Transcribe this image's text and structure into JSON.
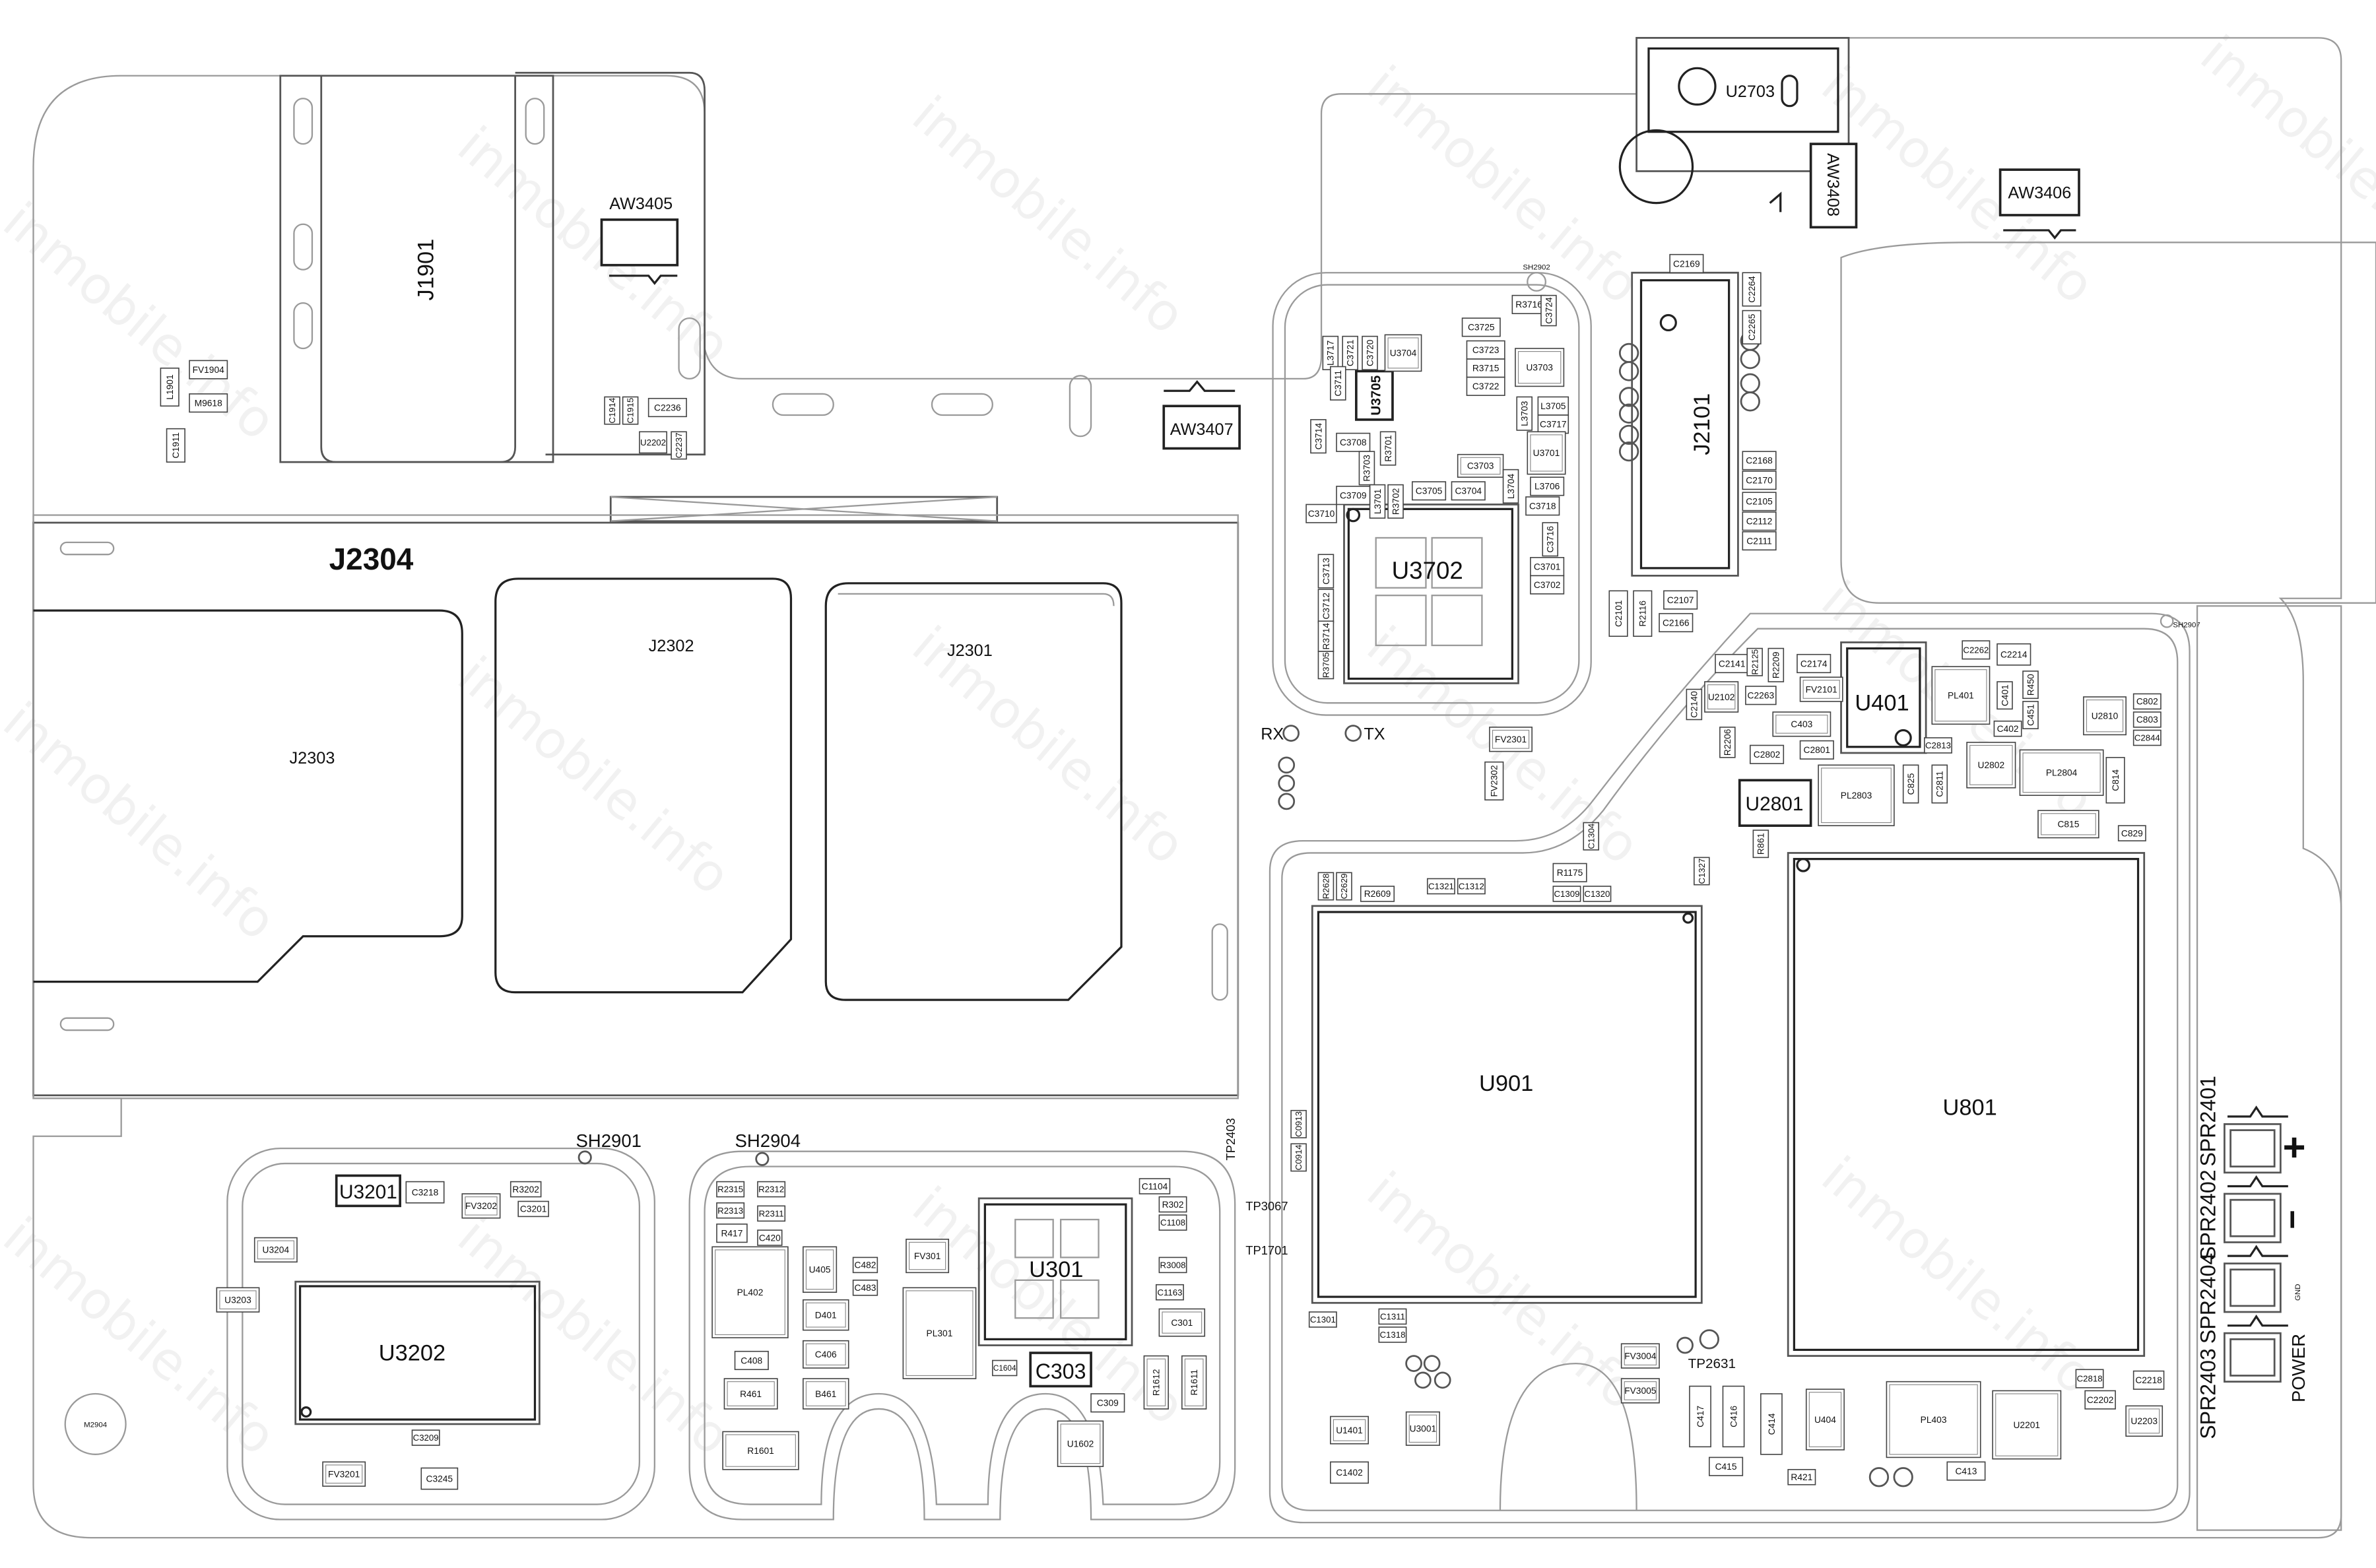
{
  "watermark": "inmobile.info",
  "colors": {
    "line": "#222222",
    "outline": "#9a9a9a",
    "background": "#ffffff"
  },
  "major": {
    "j1901": "J1901",
    "aw3405": "AW3405",
    "aw3407": "AW3407",
    "aw3408": "AW3408",
    "aw3406": "AW3406",
    "u2703": "U2703",
    "j2304": "J2304",
    "j2303": "J2303",
    "j2302": "J2302",
    "j2301": "J2301",
    "u3702": "U3702",
    "u3705": "U3705",
    "j2101": "J2101",
    "u401": "U401",
    "u2801": "U2801",
    "u901": "U901",
    "u801": "U801",
    "u3201": "U3201",
    "u3202": "U3202",
    "u301": "U301",
    "c303": "C303",
    "sh2901": "SH2901",
    "sh2904": "SH2904",
    "sh2902": "SH2902",
    "sh2907": "SH2907",
    "rx": "RX",
    "tx": "TX",
    "tp2403": "TP2403",
    "tp3067": "TP3067",
    "tp1701": "TP1701",
    "tp2631": "TP2631",
    "m2904": "M2904",
    "spr2401": "SPR2401",
    "spr2402": "SPR2402",
    "spr2404": "SPR2404",
    "spr2403": "SPR2403",
    "plus": "+",
    "minus": "−",
    "gnd": "GND",
    "power": "POWER"
  },
  "parts": [
    "FV1904",
    "M9618",
    "L1901",
    "C1911",
    "C2236",
    "C1914",
    "C1915",
    "U2202",
    "C2237",
    "R3716",
    "C3724",
    "C3725",
    "L3717",
    "C3721",
    "C3720",
    "U3704",
    "C3723",
    "R3715",
    "C3722",
    "U3703",
    "C3711",
    "L3705",
    "L3703",
    "C3717",
    "C3714",
    "C3708",
    "R3703",
    "R3701",
    "U3701",
    "C3703",
    "L3701",
    "R3702",
    "C3709",
    "C3705",
    "C3704",
    "L3704",
    "L3706",
    "C3718",
    "C3710",
    "C3716",
    "C3701",
    "C3702",
    "C3713",
    "C3712",
    "R3714",
    "R3705",
    "C2169",
    "C2264",
    "C2265",
    "C2168",
    "C2170",
    "C2105",
    "C2112",
    "C2111",
    "C2101",
    "R2116",
    "C2107",
    "C2166",
    "C2141",
    "R2125",
    "R2209",
    "C2174",
    "C2262",
    "C2214",
    "C2140",
    "U2102",
    "C2263",
    "FV2101",
    "C403",
    "PL401",
    "C401",
    "C402",
    "C451",
    "R450",
    "U2810",
    "C802",
    "C803",
    "C2844",
    "R2206",
    "C2802",
    "C2801",
    "C2813",
    "PL2803",
    "C825",
    "C2811",
    "U2802",
    "PL2804",
    "C814",
    "C815",
    "C829",
    "R861",
    "FV2301",
    "FV2302",
    "R2628",
    "C2629",
    "R2609",
    "C1321",
    "C1312",
    "R1175",
    "C1309",
    "C1320",
    "C1327",
    "C1304",
    "C0913",
    "C0914",
    "C1301",
    "C1311",
    "C1318",
    "U1401",
    "U3001",
    "C1402",
    "FV3004",
    "FV3005",
    "C417",
    "C416",
    "C414",
    "U404",
    "PL403",
    "U2201",
    "C415",
    "R421",
    "C413",
    "C2218",
    "U2203",
    "C2202",
    "C2818",
    "C3218",
    "FV3202",
    "R3202",
    "C3201",
    "U3204",
    "U3203",
    "FV3201",
    "C3245",
    "C3209",
    "R2315",
    "R2313",
    "R2312",
    "R2311",
    "R417",
    "C420",
    "PL402",
    "U405",
    "C482",
    "C483",
    "FV301",
    "PL301",
    "D401",
    "C406",
    "C408",
    "R461",
    "B461",
    "R1601",
    "C301",
    "C1163",
    "C1104",
    "R302",
    "C1108",
    "C309",
    "U1602",
    "R1611",
    "R1612",
    "C1604",
    "R3008"
  ]
}
